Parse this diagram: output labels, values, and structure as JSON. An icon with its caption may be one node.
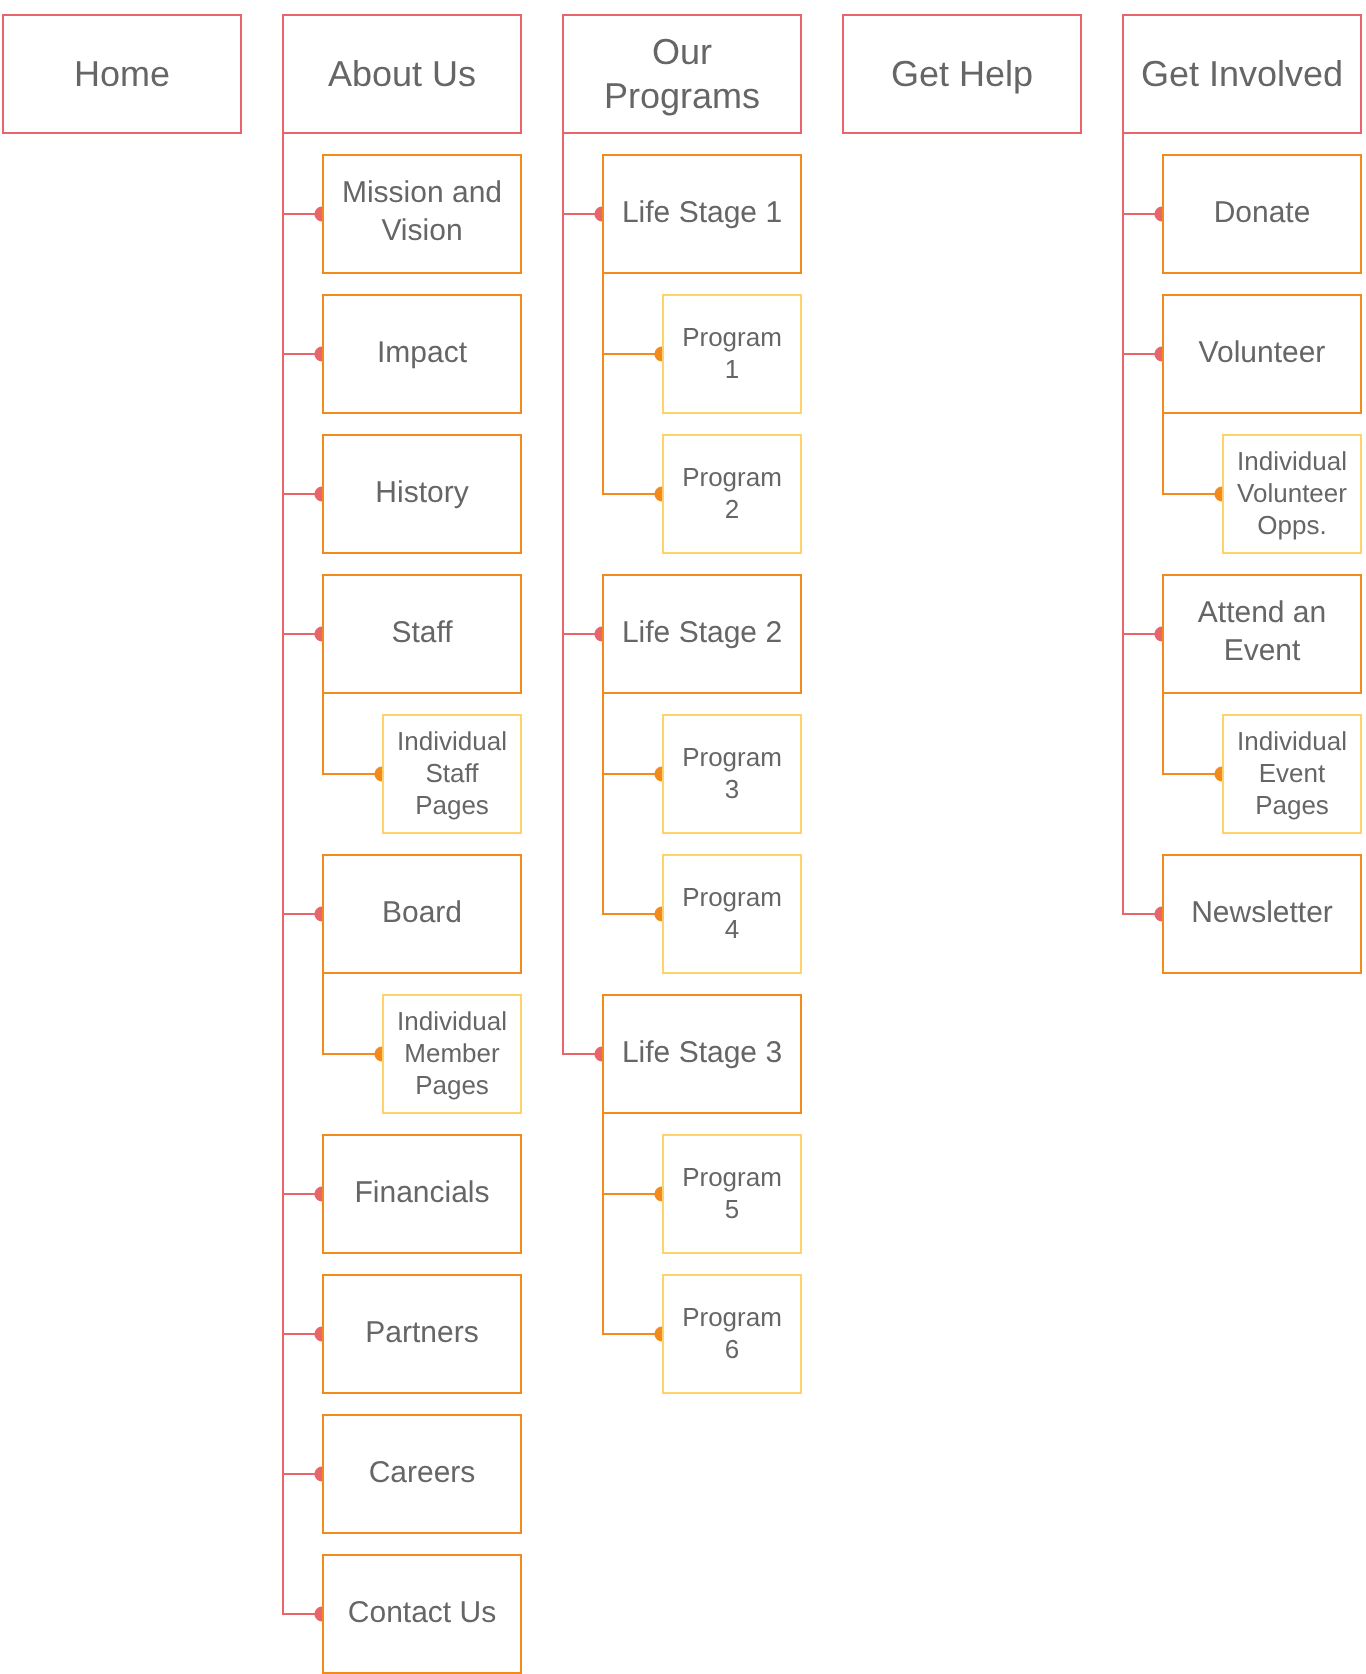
{
  "diagram": {
    "nodes": [
      {
        "text": [
          "Home"
        ]
      },
      {
        "text": [
          "About Us"
        ]
      },
      {
        "text": [
          "Mission and Vision"
        ]
      },
      {
        "text": [
          "Impact"
        ]
      },
      {
        "text": [
          "History"
        ]
      },
      {
        "text": [
          "Staff"
        ]
      },
      {
        "text": [
          "Individual Staff Pages"
        ]
      },
      {
        "text": [
          "Board"
        ]
      },
      {
        "text": [
          "Individual Member Pages"
        ]
      },
      {
        "text": [
          "Financials"
        ]
      },
      {
        "text": [
          "Partners"
        ]
      },
      {
        "text": [
          "Careers"
        ]
      },
      {
        "text": [
          "Contact Us"
        ]
      },
      {
        "text": [
          "Our Programs"
        ]
      },
      {
        "text": [
          "Life Stage 1"
        ]
      },
      {
        "text": [
          "Program 1"
        ]
      },
      {
        "text": [
          "Program 2"
        ]
      },
      {
        "text": [
          "Life Stage 2"
        ]
      },
      {
        "text": [
          "Program 3"
        ]
      },
      {
        "text": [
          "Program 4"
        ]
      },
      {
        "text": [
          "Life Stage 3"
        ]
      },
      {
        "text": [
          "Program 5"
        ]
      },
      {
        "text": [
          "Program 6"
        ]
      },
      {
        "text": [
          "Get Help"
        ]
      },
      {
        "text": [
          "Get Involved"
        ]
      },
      {
        "text": [
          "Donate"
        ]
      },
      {
        "text": [
          "Volunteer"
        ]
      },
      {
        "text": [
          "Individual Volunteer Opps."
        ]
      },
      {
        "text": [
          "Attend an Event"
        ]
      },
      {
        "text": [
          "Individual Event Pages"
        ]
      },
      {
        "text": [
          "Newsletter"
        ]
      }
    ],
    "edges": [
      {
        "from": 1,
        "to": 2,
        "arrow": "other"
      },
      {
        "from": 1,
        "to": 3,
        "arrow": "other"
      },
      {
        "from": 1,
        "to": 4,
        "arrow": "other"
      },
      {
        "from": 1,
        "to": 5,
        "arrow": "other"
      },
      {
        "from": 5,
        "to": 6,
        "arrow": "other",
        "color": "#f28a1c"
      },
      {
        "from": 1,
        "to": 7,
        "arrow": "other"
      },
      {
        "from": 7,
        "to": 8,
        "arrow": "other",
        "color": "#f28a1c"
      },
      {
        "from": 1,
        "to": 9,
        "arrow": "other"
      },
      {
        "from": 1,
        "to": 10,
        "arrow": "other"
      },
      {
        "from": 1,
        "to": 11,
        "arrow": "other"
      },
      {
        "from": 1,
        "to": 12,
        "arrow": "other"
      },
      {
        "from": 13,
        "to": 14,
        "arrow": "other"
      },
      {
        "from": 14,
        "to": 15,
        "arrow": "other",
        "color": "#f28a1c"
      },
      {
        "from": 14,
        "to": 16,
        "arrow": "other",
        "color": "#f28a1c"
      },
      {
        "from": 13,
        "to": 17,
        "arrow": "other"
      },
      {
        "from": 17,
        "to": 18,
        "arrow": "other",
        "color": "#f28a1c"
      },
      {
        "from": 17,
        "to": 19,
        "arrow": "other",
        "color": "#f28a1c"
      },
      {
        "from": 13,
        "to": 20,
        "arrow": "other"
      },
      {
        "from": 20,
        "to": 21,
        "arrow": "other",
        "color": "#f28a1c"
      },
      {
        "from": 20,
        "to": 22,
        "arrow": "other",
        "color": "#f28a1c"
      },
      {
        "from": 24,
        "to": 25,
        "arrow": "other"
      },
      {
        "from": 24,
        "to": 26,
        "arrow": "other"
      },
      {
        "from": 26,
        "to": 27,
        "arrow": "other",
        "color": "#f28a1c"
      },
      {
        "from": 24,
        "to": 28,
        "arrow": "other"
      },
      {
        "from": 28,
        "to": 29,
        "arrow": "other",
        "color": "#f28a1c"
      },
      {
        "from": 24,
        "to": 30,
        "arrow": "other"
      }
    ]
  }
}
